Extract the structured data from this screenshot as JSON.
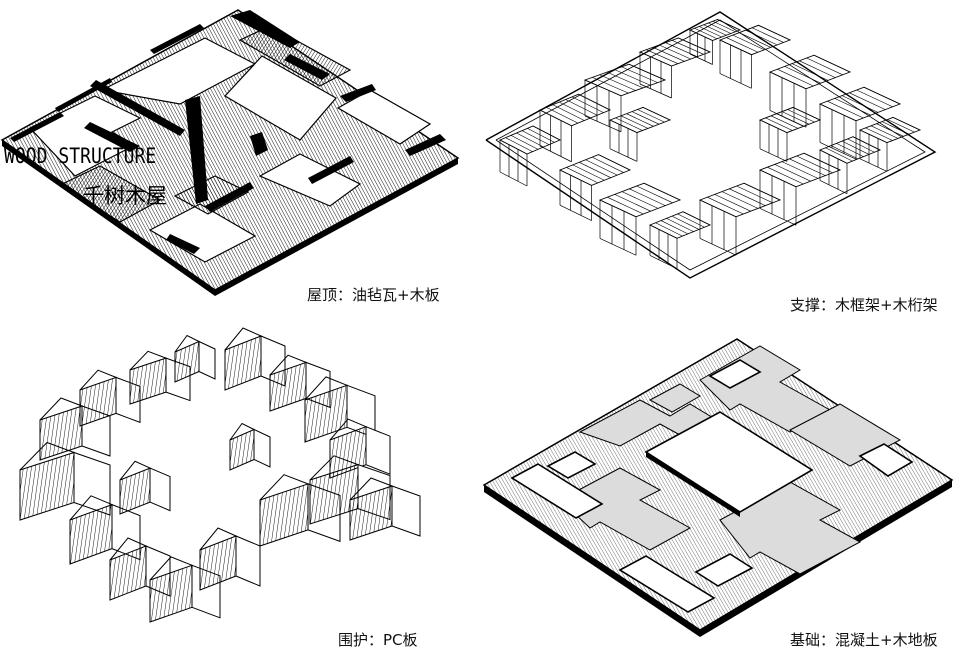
{
  "logo": {
    "english": "WOOD STRUCTURE",
    "chinese": "千树木屋"
  },
  "panels": [
    {
      "id": "roof",
      "caption": "屋顶：油毡瓦+木板"
    },
    {
      "id": "support",
      "caption": "支撑：木框架+木桁架"
    },
    {
      "id": "enclosure",
      "caption": "围护：PC板"
    },
    {
      "id": "foundation",
      "caption": "基础：混凝土+木地板"
    }
  ],
  "colors": {
    "ink": "#000000",
    "paper": "#ffffff",
    "fill_light": "#dcdcdc",
    "hatch_gray": "#8a8a8a"
  }
}
